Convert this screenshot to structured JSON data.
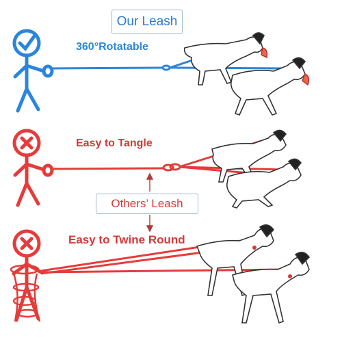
{
  "colors": {
    "blue": "#2b86db",
    "red": "#e63b3b",
    "label_red": "#d33a3a",
    "dog_outline": "#333333"
  },
  "icons": {
    "good": "check-circle-icon",
    "bad": "x-circle-icon"
  },
  "sections": {
    "ours": {
      "box_label": "Our Leash",
      "feature": "360°Rotatable"
    },
    "tangle": {
      "feature": "Easy to Tangle"
    },
    "others": {
      "box_label": "Others’  Leash"
    },
    "twine": {
      "feature": "Easy to Twine Round"
    }
  }
}
